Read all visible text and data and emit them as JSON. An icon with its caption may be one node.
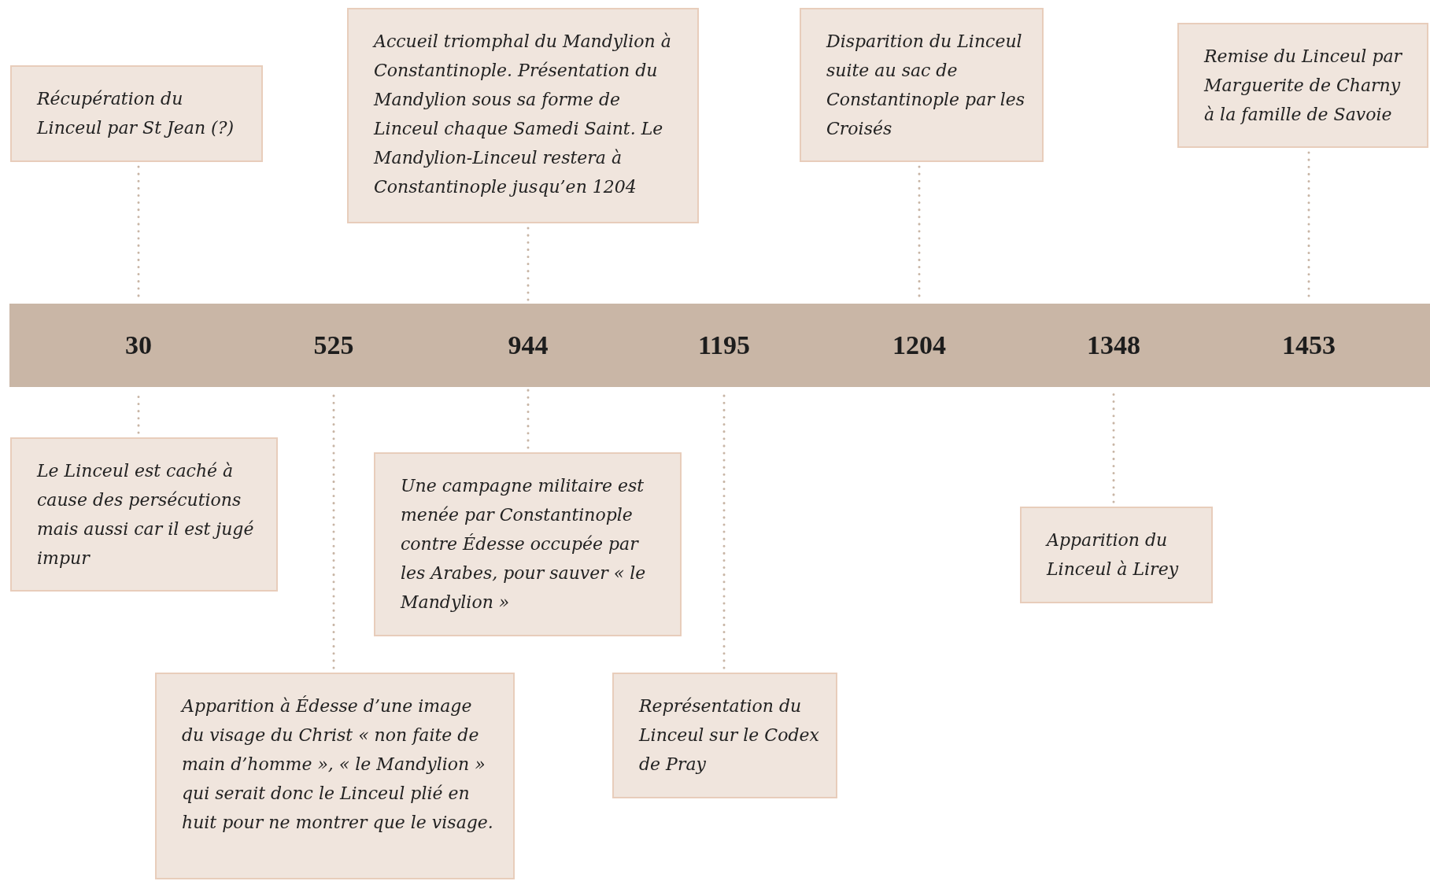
{
  "diagram": {
    "nodes": [
      {
        "text": [
          "Récupération du Linceul par St Jean (?)"
        ]
      },
      {
        "text": [
          "Accueil triomphal du Mandylion à Constantinople. Présentation du Mandylion sous sa forme de Linceul chaque Samedi Saint. Le Mandylion-Linceul restera à Constantinople jusqu’en 1204"
        ]
      },
      {
        "text": [
          "Disparition du Linceul suite au sac de Constantinople par les Croisés"
        ]
      },
      {
        "text": [
          "Remise du Linceul par Marguerite de Charny à la famille de Savoie"
        ]
      },
      {
        "text": [],
        "shape": "bar"
      },
      {
        "text": [
          "30"
        ],
        "in": 4
      },
      {
        "text": [
          "525"
        ],
        "in": 4
      },
      {
        "text": [
          "944"
        ],
        "in": 4
      },
      {
        "text": [
          "1195"
        ],
        "in": 4
      },
      {
        "text": [
          "1204"
        ],
        "in": 4
      },
      {
        "text": [
          "1348"
        ],
        "in": 4
      },
      {
        "text": [
          "1453"
        ],
        "in": 4
      },
      {
        "text": [
          "Le Linceul est caché à cause des persécutions mais aussi car il est jugé impur"
        ]
      },
      {
        "text": [
          "Une campagne militaire est menée par Constantinople contre Édesse occupée par les Arabes, pour sauver « le Mandylion »"
        ]
      },
      {
        "text": [
          "Apparition du Linceul à Lirey"
        ]
      },
      {
        "text": [
          "Apparition à Édesse d’une image du visage du Christ « non faite de main d’homme », « le Mandylion » qui serait donc le Linceul plié en huit pour ne montrer que le visage."
        ]
      },
      {
        "text": [
          "Représentation du Linceul sur le Codex de Pray"
        ]
      }
    ],
    "edges": [
      {
        "from": 0,
        "to": 5,
        "arrow": "none"
      },
      {
        "from": 12,
        "to": 5,
        "arrow": "none"
      },
      {
        "from": 15,
        "to": 6,
        "arrow": "none"
      },
      {
        "from": 1,
        "to": 7,
        "arrow": "none"
      },
      {
        "from": 13,
        "to": 7,
        "arrow": "none"
      },
      {
        "from": 16,
        "to": 8,
        "arrow": "none"
      },
      {
        "from": 2,
        "to": 9,
        "arrow": "none"
      },
      {
        "from": 14,
        "to": 10,
        "arrow": "none"
      },
      {
        "from": 3,
        "to": 11,
        "arrow": "none"
      }
    ]
  }
}
